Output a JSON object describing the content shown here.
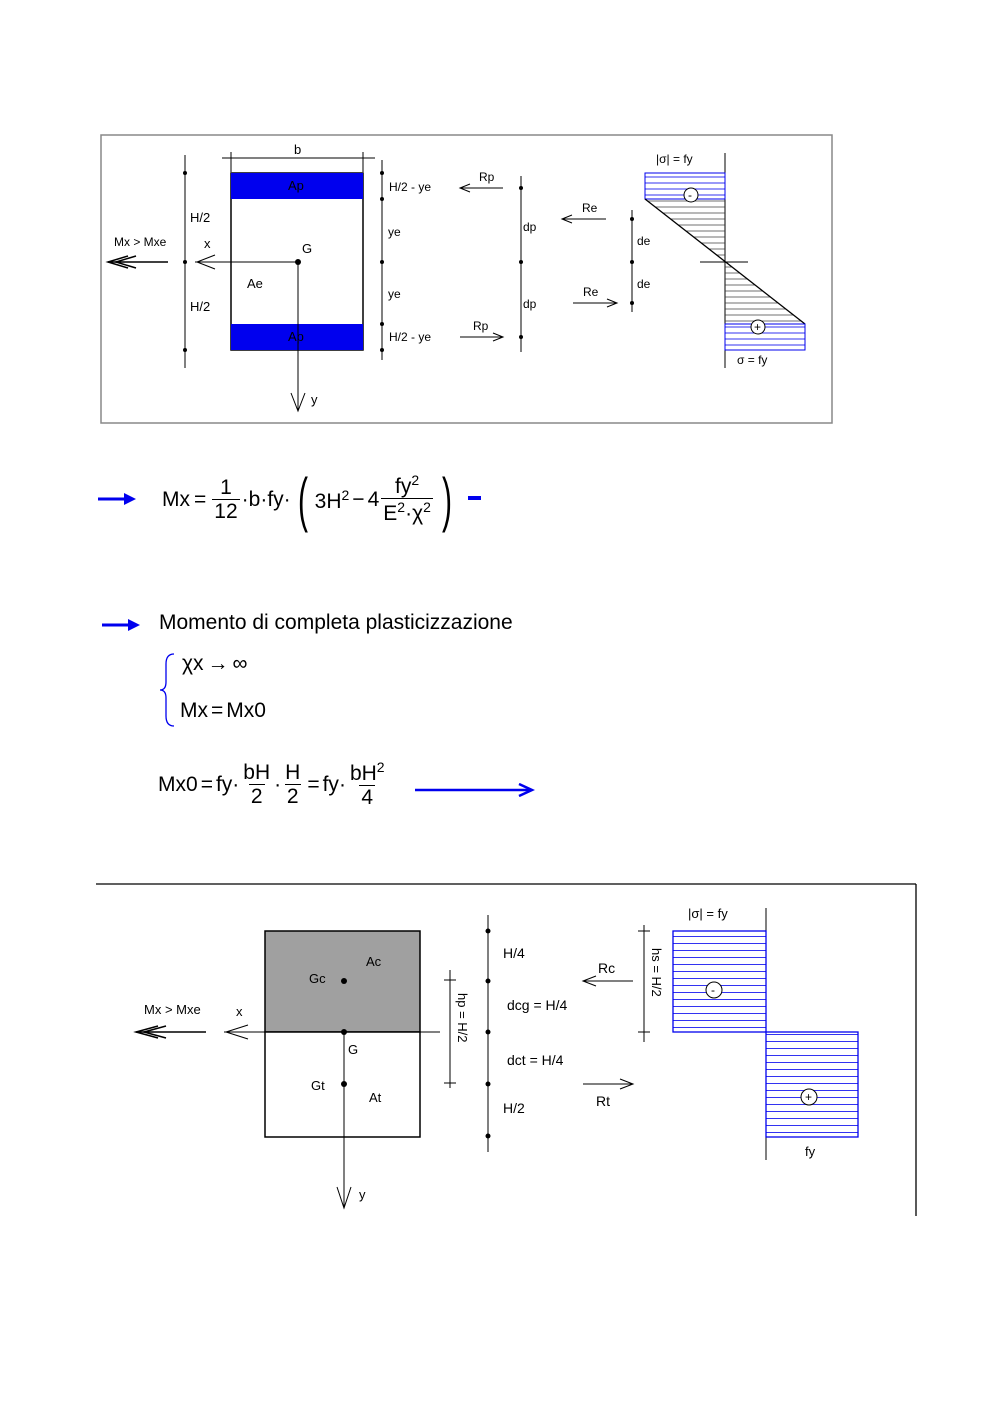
{
  "figure1": {
    "labels": {
      "b": "b",
      "H2_top": "H/2",
      "H2_bottom": "H/2",
      "x": "x",
      "y": "y",
      "G": "G",
      "Ap_top": "Ap",
      "Ap_bottom": "Ap",
      "Ae": "Ae",
      "moment": "Mx > Mxe",
      "dim_top": "H/2 - ye",
      "dim_ye1": "ye",
      "dim_ye2": "ye",
      "dim_bottom": "H/2 - ye",
      "Rp_top": "Rp",
      "Rp_bottom": "Rp",
      "dp_top": "dp",
      "dp_bottom": "dp",
      "Re_top": "Re",
      "Re_bottom": "Re",
      "de_top": "de",
      "de_bottom": "de",
      "sigma_top": "|σ| = fy",
      "sigma_bottom": "σ = fy",
      "minus": "-",
      "plus": "+"
    }
  },
  "formula1": {
    "Mx": "Mx",
    "num1": "1",
    "den1": "12",
    "b": "b",
    "fy": "fy",
    "term": "3H",
    "four": "4",
    "fy2": "fy",
    "den2": "E",
    "chi": "χ",
    "trailing": "-"
  },
  "section2": {
    "title": "Momento di completa plasticizzazione",
    "line1_lhs": "χx",
    "line1_rhs": "∞",
    "line2_lhs": "Mx",
    "line2_rhs": "Mx0"
  },
  "formula3": {
    "lhs": "Mx0",
    "fy": "fy",
    "bH": "bH",
    "two1": "2",
    "H": "H",
    "two2": "2",
    "fy2": "fy",
    "bH2": "bH",
    "four": "4"
  },
  "figure2": {
    "labels": {
      "Ac": "Ac",
      "Gc": "Gc",
      "G": "G",
      "Gt": "Gt",
      "At": "At",
      "x": "x",
      "y": "y",
      "moment": "Mx > Mxe",
      "hp": "hp = H/2",
      "H4_top": "H/4",
      "dcg": "dcg = H/4",
      "dct": "dct = H/4",
      "H2": "H/2",
      "Rc": "Rc",
      "Rt": "Rt",
      "hs": "hs = H/2",
      "sigma_top": "|σ| = fy",
      "fy_bottom": "fy",
      "minus": "-",
      "plus": "+"
    }
  }
}
